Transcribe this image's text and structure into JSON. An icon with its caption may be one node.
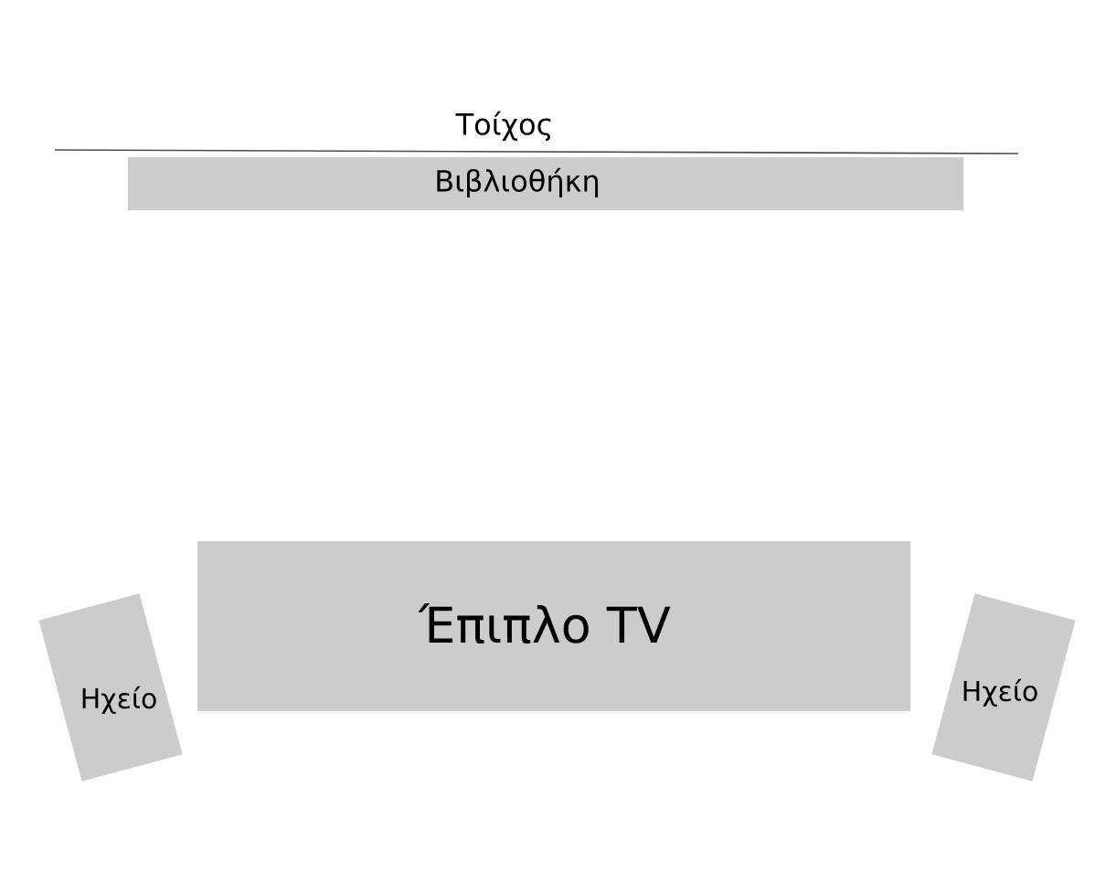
{
  "diagram": {
    "nodes": [
      {
        "text": [
          "Βιβλιοθήκη"
        ]
      },
      {
        "text": [
          "Έπιπλο TV"
        ]
      },
      {
        "text": [
          "Ηχείο"
        ]
      },
      {
        "text": [
          "Ηχείο"
        ]
      }
    ],
    "edges": [],
    "labels": [
      "Τοίχος"
    ]
  }
}
